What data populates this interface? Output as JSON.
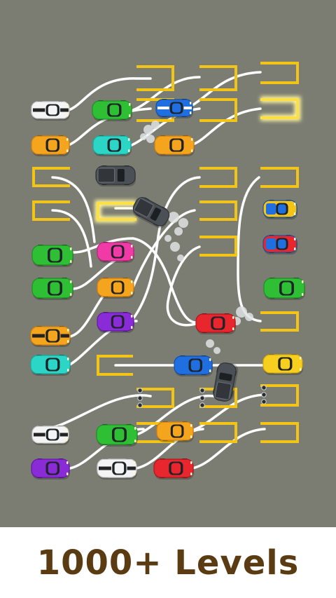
{
  "banner": {
    "text": "1000+ Levels"
  },
  "colors": {
    "ground": "#7b7d72",
    "slot": "#f2c417",
    "slot_highlight": "#fde046",
    "path": "#ffffff",
    "banner_text": "#5b3c12"
  },
  "cars": [
    {
      "name": "car-white-striped",
      "color": "white"
    },
    {
      "name": "car-green",
      "color": "green"
    },
    {
      "name": "car-blue",
      "color": "blue"
    },
    {
      "name": "car-orange",
      "color": "orange"
    },
    {
      "name": "car-teal",
      "color": "teal"
    },
    {
      "name": "car-orange",
      "color": "orange"
    },
    {
      "name": "pickup-truck-grey",
      "color": "grey"
    },
    {
      "name": "pickup-truck-grey",
      "color": "grey"
    },
    {
      "name": "car-blue-yellow",
      "color": "blue"
    },
    {
      "name": "car-blue-red",
      "color": "blue"
    },
    {
      "name": "car-green",
      "color": "green"
    },
    {
      "name": "car-pink",
      "color": "pink"
    },
    {
      "name": "car-green",
      "color": "green"
    },
    {
      "name": "car-orange",
      "color": "orange"
    },
    {
      "name": "car-green",
      "color": "green"
    },
    {
      "name": "car-purple",
      "color": "purple"
    },
    {
      "name": "car-orange-striped",
      "color": "orange"
    },
    {
      "name": "car-red",
      "color": "red"
    },
    {
      "name": "car-teal",
      "color": "teal"
    },
    {
      "name": "car-blue",
      "color": "blue"
    },
    {
      "name": "car-yellow",
      "color": "yellow"
    },
    {
      "name": "pickup-truck-grey",
      "color": "grey"
    },
    {
      "name": "car-white-striped",
      "color": "white"
    },
    {
      "name": "car-green",
      "color": "green"
    },
    {
      "name": "car-orange",
      "color": "orange"
    },
    {
      "name": "car-purple",
      "color": "purple"
    },
    {
      "name": "car-white-striped",
      "color": "white"
    },
    {
      "name": "car-red",
      "color": "red"
    }
  ]
}
